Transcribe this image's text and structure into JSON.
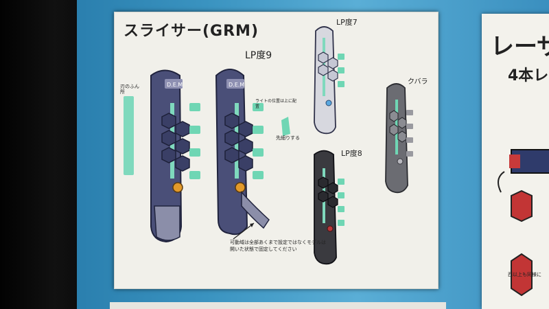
{
  "board": {
    "title": "スライサー(GRM)",
    "label_lp9": "LP度9",
    "label_lp7": "LP度7",
    "label_lp8": "LP度8",
    "label_kubara": "クバラ",
    "note_left": "刃のふん所",
    "note_mid": "ライトの位置は上に配置",
    "note_right": "先細りする",
    "note_bottom": "可動域は全部あくまで設定ではなくモデルは開いた状態で固定してください",
    "logo_text": "D.E.M"
  },
  "right_board": {
    "title": "レーザ",
    "subtitle": "4本レ",
    "note": "西以上も同様に"
  },
  "colors": {
    "body_dark": "#3b3f63",
    "body_mid": "#4b4f75",
    "accent_teal": "#5fd3b3",
    "accent_gray": "#9a9aa0",
    "accent_red": "#b8383a",
    "button_orange": "#e39a2a"
  }
}
